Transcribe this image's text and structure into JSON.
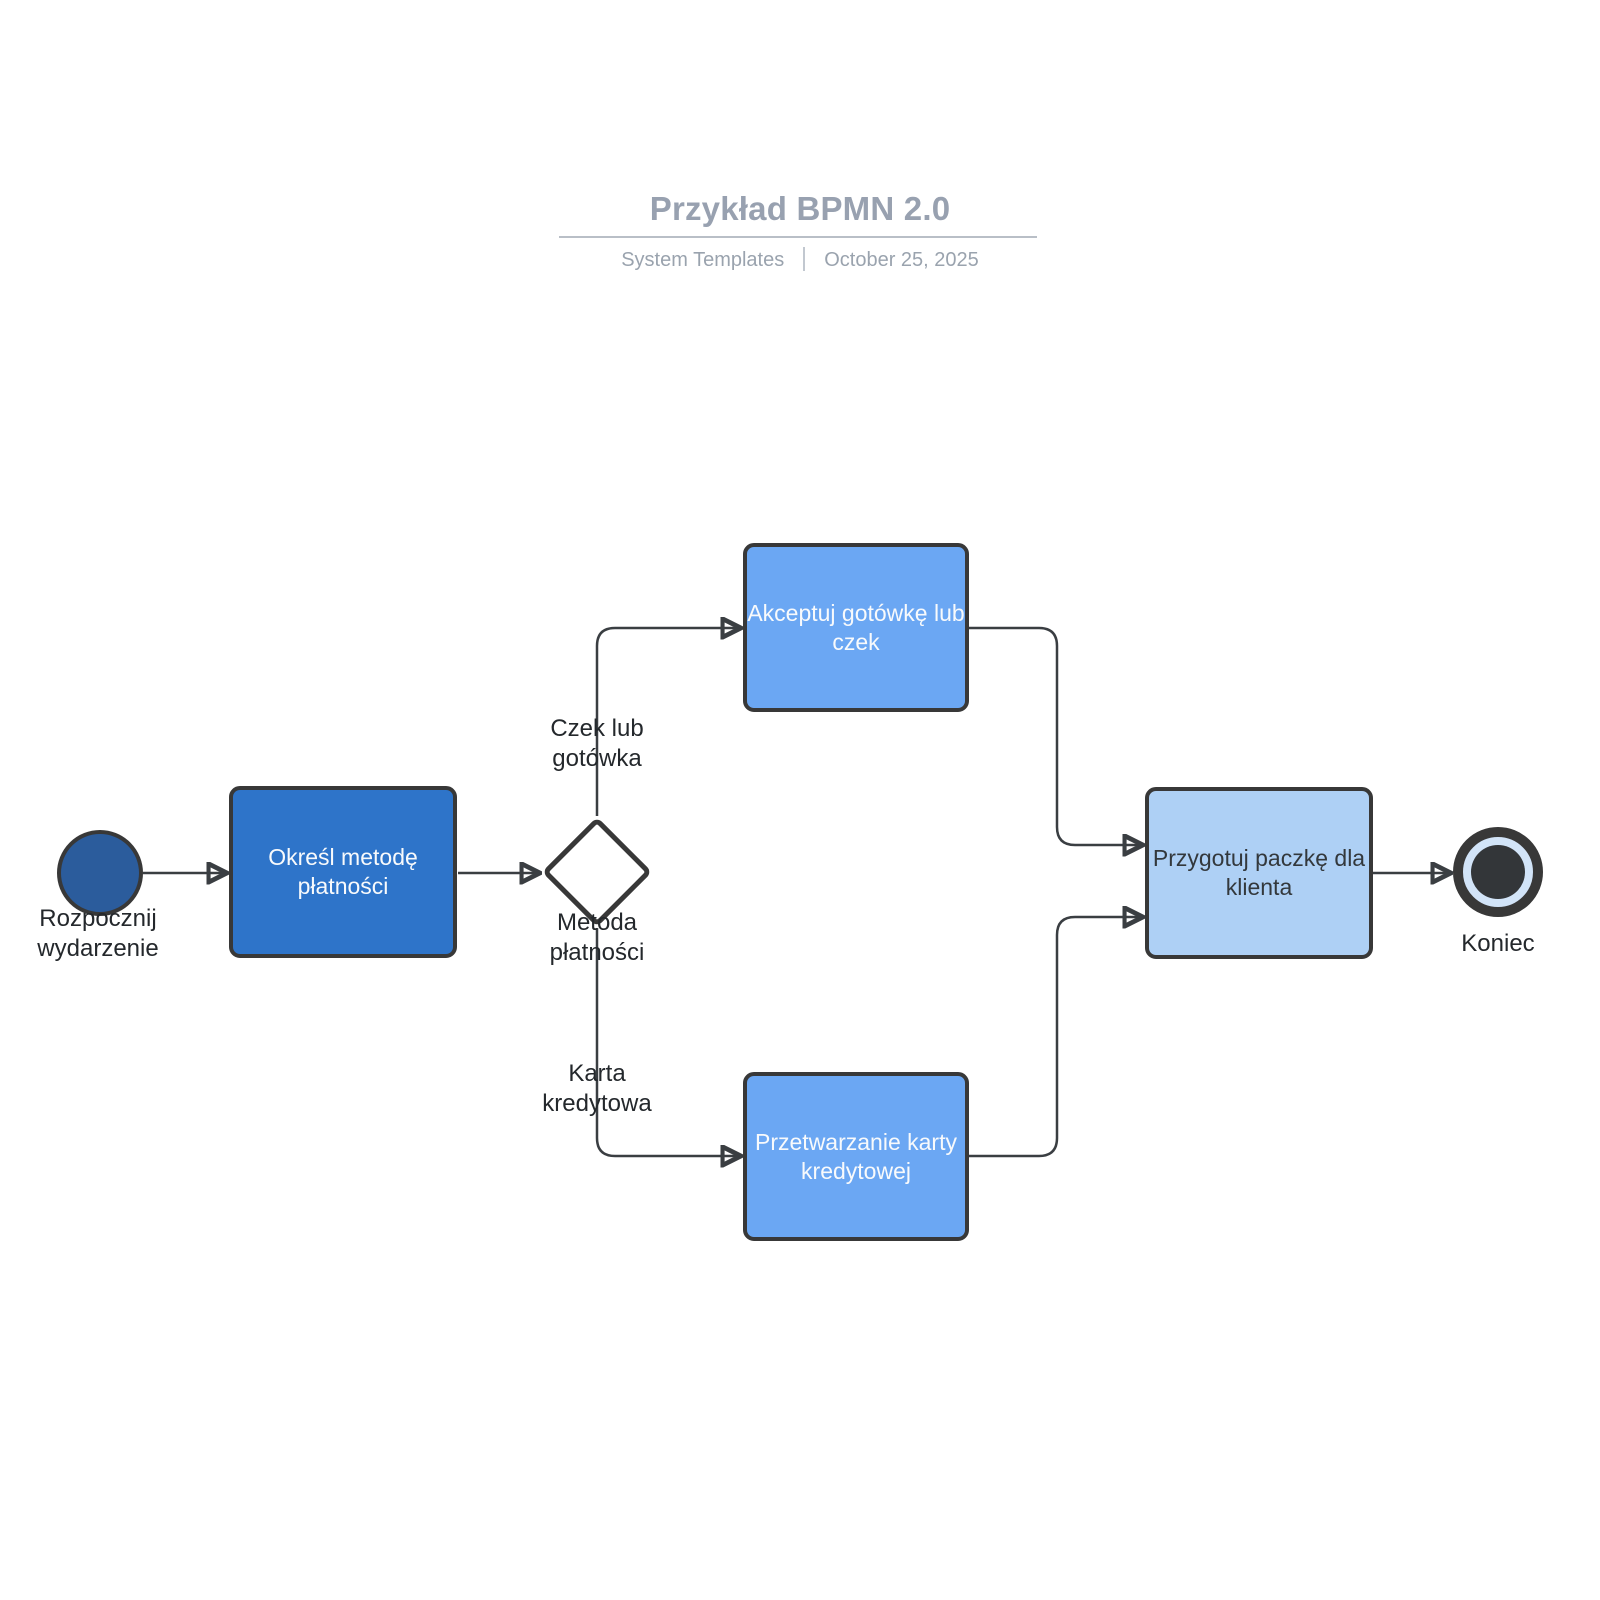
{
  "header": {
    "title": "Przykład BPMN 2.0",
    "author": "System Templates",
    "date": "October 25, 2025"
  },
  "diagram": {
    "start_event": {
      "label": "Rozpocznij wydarzenie"
    },
    "tasks": {
      "determine_payment": {
        "label": "Określ metodę płatności"
      },
      "accept_cash": {
        "label": "Akceptuj gotówkę lub czek"
      },
      "process_card": {
        "label": "Przetwarzanie karty kredytowej"
      },
      "prepare_package": {
        "label": "Przygotuj paczkę dla klienta"
      }
    },
    "gateway": {
      "label": "Metoda płatności"
    },
    "edge_labels": {
      "cash": "Czek lub gotówka",
      "card": "Karta kredytowa"
    },
    "end_event": {
      "label": "Koniec"
    }
  },
  "colors": {
    "title_gray": "#98a1b0",
    "subtitle_gray": "#9aa3ae",
    "node_border": "#383838",
    "start_fill": "#2b5c9c",
    "task_primary_fill": "#2e74c9",
    "task_secondary_fill": "#6ba7f3",
    "task_light_fill": "#aed0f5",
    "end_ring_fill": "#d2e4f8",
    "end_center_fill": "#333639",
    "connector": "#3a3e42"
  }
}
